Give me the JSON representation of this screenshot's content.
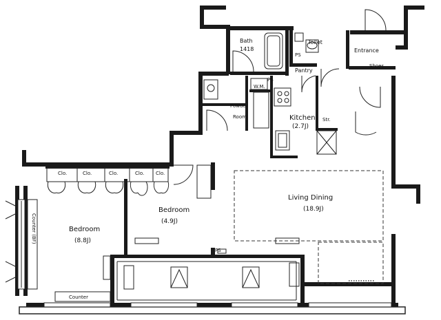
{
  "rooms": {
    "bath": "Bath",
    "bath_size": "1418",
    "toilet": "Toilet",
    "ps_toilet": "PS",
    "entrance": "Entrance",
    "shoes": "Shoes",
    "pantry": "Pantry",
    "ps_kitchen": "PS",
    "wm": "W.M.",
    "powder_room_1": "Powder",
    "powder_room_2": "Room",
    "kitchen": "Kitchen",
    "kitchen_size": "(2.7J)",
    "storage": "Str.",
    "clo1": "Clo.",
    "clo2": "Clo.",
    "clo3": "Clo.",
    "clo4": "Clo.",
    "clo5": "Clo.",
    "bedroom_large": "Bedroom",
    "bedroom_large_size": "(8.8J)",
    "bedroom_small": "Bedroom",
    "bedroom_small_size": "(4.9J)",
    "living_dining": "Living Dining",
    "living_dining_size": "(18.9J)",
    "counter_bottom": "Counter",
    "counter_side": "Counter (BF)",
    "ps_balcony": "PS"
  }
}
